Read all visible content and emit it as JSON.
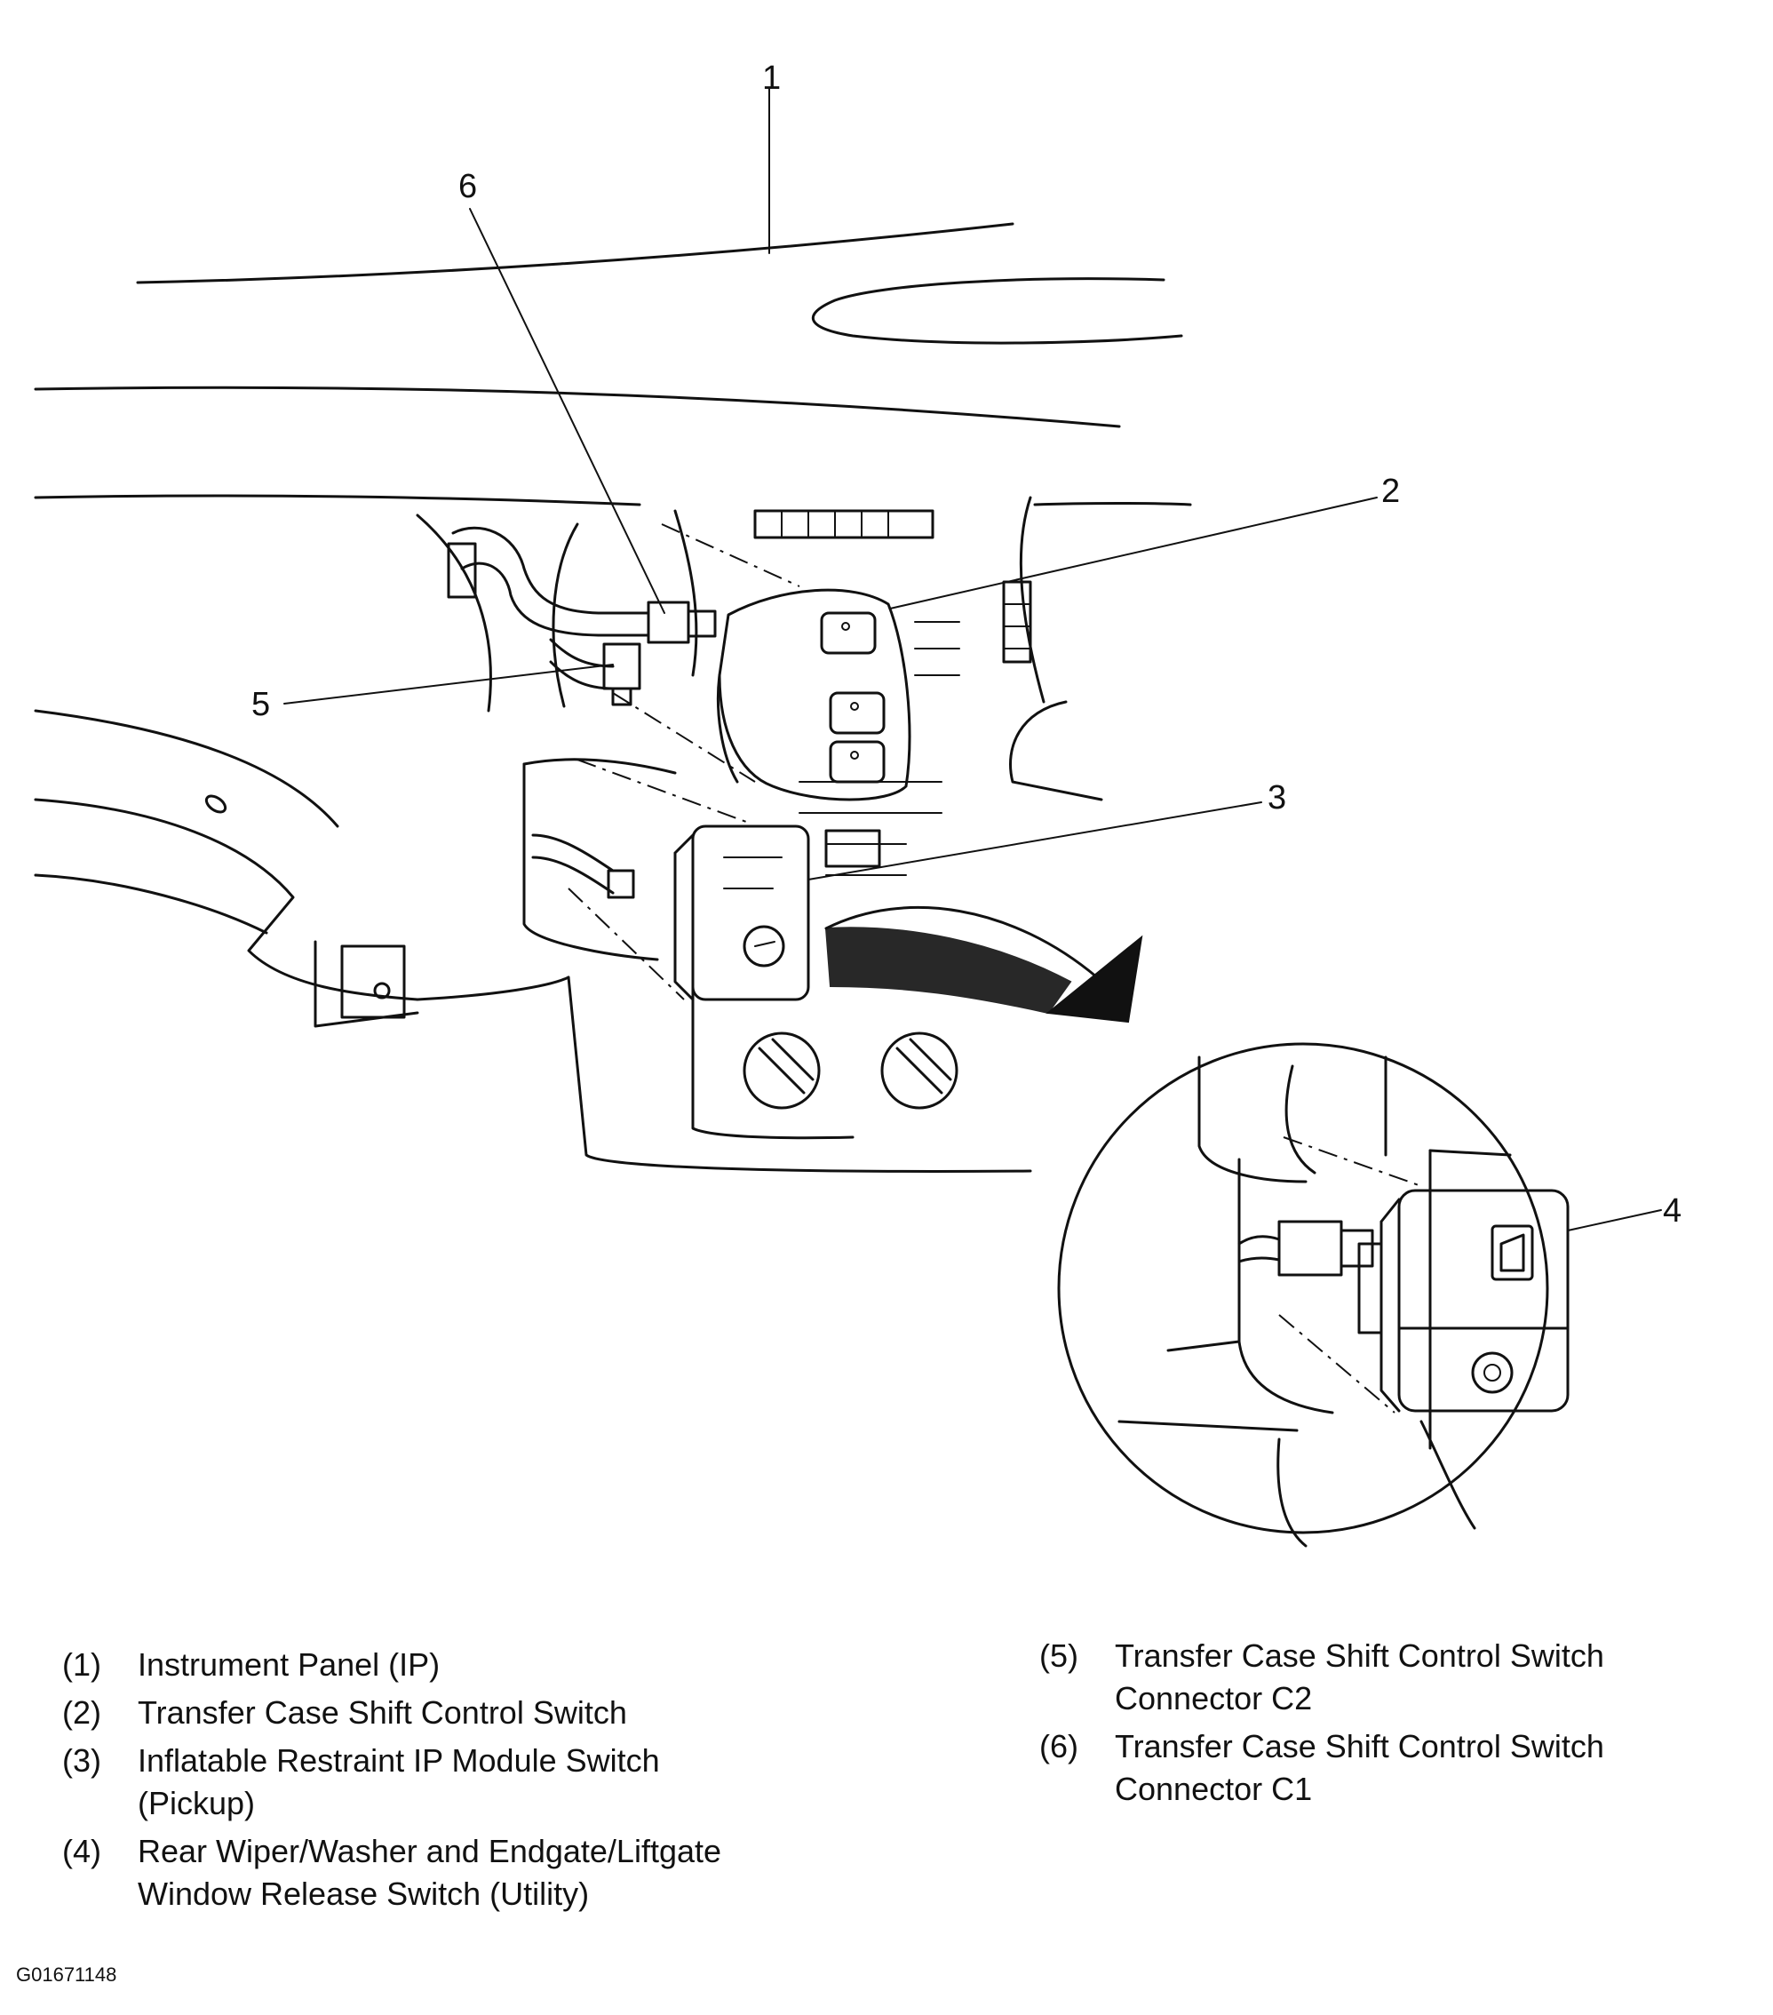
{
  "callouts": [
    "1",
    "2",
    "3",
    "4",
    "5",
    "6"
  ],
  "legend": {
    "left": [
      {
        "num": "(1)",
        "text": "Instrument Panel (IP)"
      },
      {
        "num": "(2)",
        "text": "Transfer Case Shift Control Switch"
      },
      {
        "num": "(3)",
        "text": "Inflatable Restraint IP Module Switch\n(Pickup)"
      },
      {
        "num": "(4)",
        "text": "Rear Wiper/Washer and Endgate/Liftgate\nWindow Release Switch (Utility)"
      }
    ],
    "right": [
      {
        "num": "(5)",
        "text": "Transfer Case Shift Control Switch\nConnector C2"
      },
      {
        "num": "(6)",
        "text": "Transfer Case Shift Control Switch\nConnector C1"
      }
    ]
  },
  "figure_id": "G01671148"
}
